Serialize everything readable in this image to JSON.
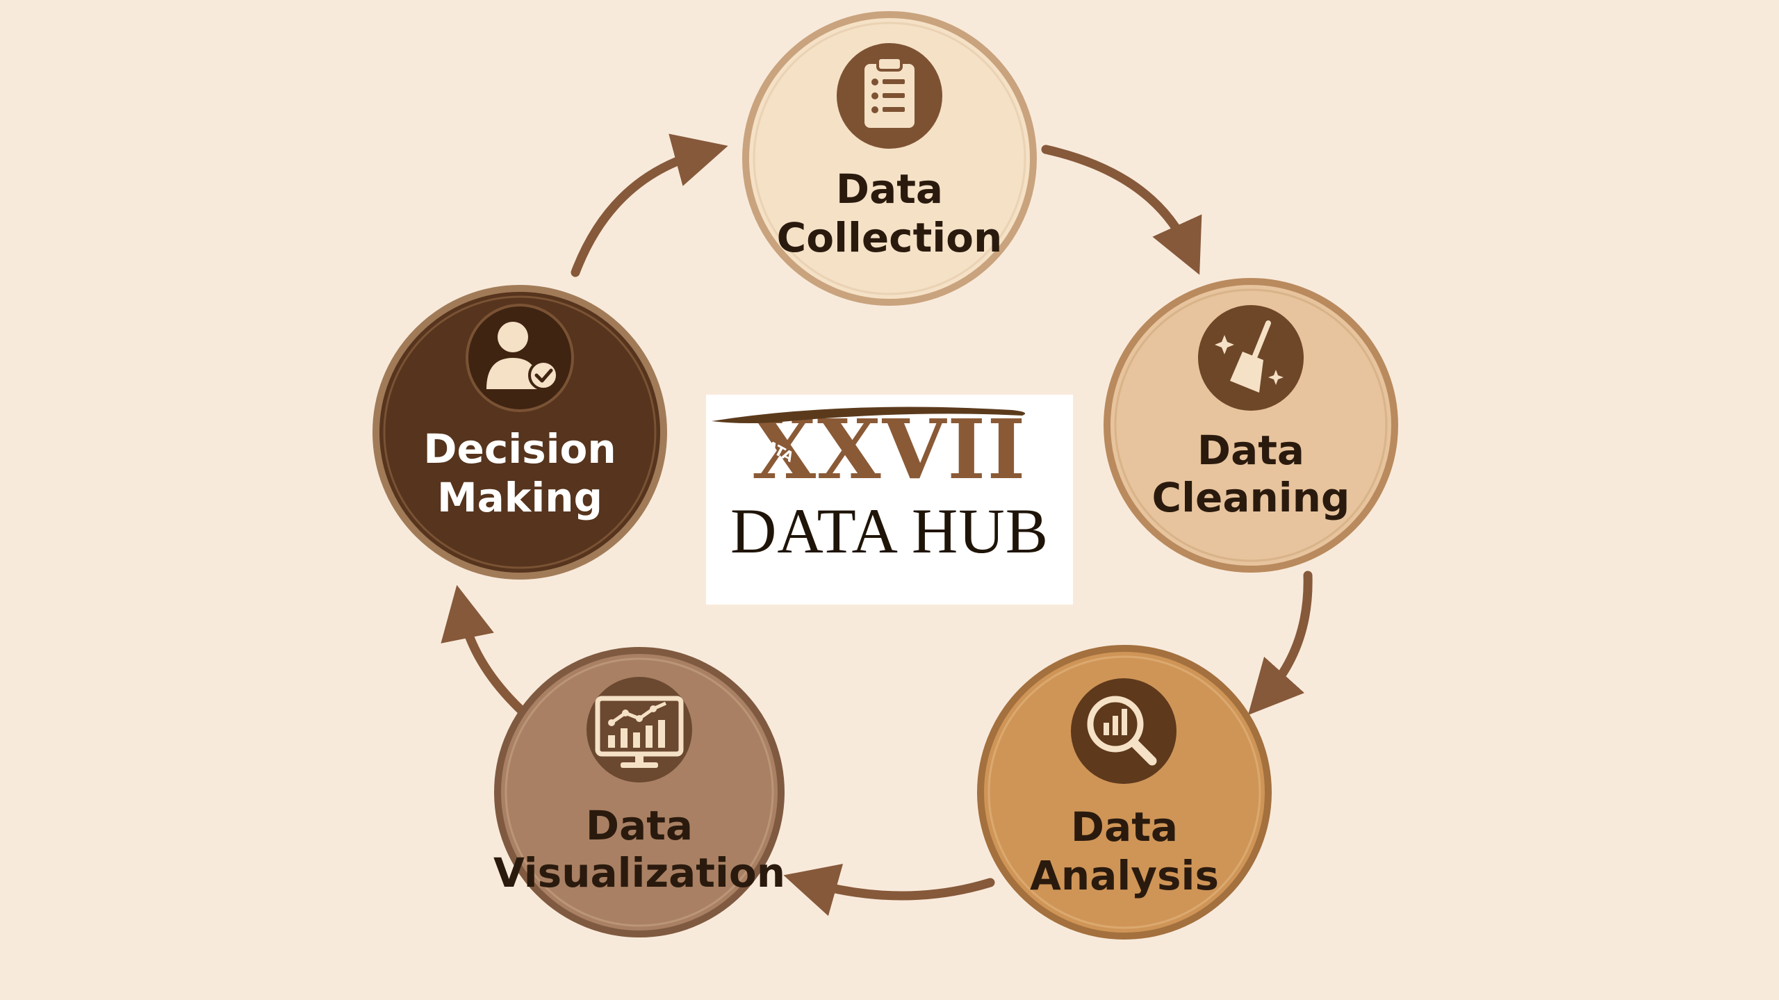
{
  "logo": {
    "numeral": "XXVII",
    "title": "DATA HUB",
    "overlay_text": "DATA"
  },
  "colors": {
    "background": "#f8eadb",
    "arrow": "#86593a"
  },
  "nodes": [
    {
      "id": "collection",
      "line1": "Data",
      "line2": "Collection",
      "icon": "clipboard-icon",
      "fill": "#f5e1c6",
      "border": "#c9a37d",
      "icon_bg": "#7d5233",
      "text_color": "#2a1a0e"
    },
    {
      "id": "cleaning",
      "line1": "Data",
      "line2": "Cleaning",
      "icon": "broom-icon",
      "fill": "#e7c49d",
      "border": "#b98a5d",
      "icon_bg": "#6e4628",
      "text_color": "#2a1a0e"
    },
    {
      "id": "analysis",
      "line1": "Data",
      "line2": "Analysis",
      "icon": "magnifier-chart-icon",
      "fill": "#cf9557",
      "border": "#a3703e",
      "icon_bg": "#5e391c",
      "text_color": "#2a1a0e"
    },
    {
      "id": "visualization",
      "line1": "Data",
      "line2": "Visualization",
      "icon": "monitor-chart-icon",
      "fill": "#a98063",
      "border": "#7f5a40",
      "icon_bg": "#6b4830",
      "text_color": "#2a1a0e"
    },
    {
      "id": "decision",
      "line1": "Decision",
      "line2": "Making",
      "icon": "user-check-icon",
      "fill": "#56341d",
      "border": "#a17b58",
      "icon_bg": "#3f2412",
      "text_color": "#ffffff"
    }
  ]
}
